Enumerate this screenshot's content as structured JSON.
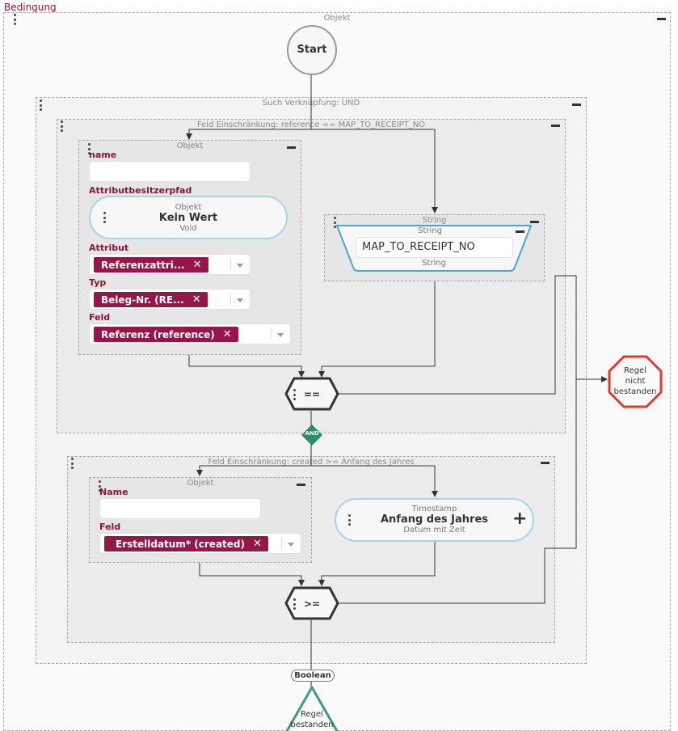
{
  "page": {
    "title": "Bedingung"
  },
  "root": {
    "title": "Objekt"
  },
  "start": {
    "label": "Start"
  },
  "search": {
    "title": "Such Verknüpfung: UND"
  },
  "restriction1": {
    "title": "Feld Einschränkung: reference == MAP_TO_RECEIPT_NO",
    "object": {
      "title": "Objekt",
      "name_label": "name",
      "name_value": "",
      "owner_path_label": "Attributbesitzerpfad",
      "owner": {
        "type": "Objekt",
        "value": "Kein Wert",
        "sub": "Void"
      },
      "attribute_label": "Attribut",
      "attribute_value": "Referenzattri...",
      "type_label": "Typ",
      "type_value": "Beleg-Nr. (RE...",
      "field_label": "Feld",
      "field_value": "Referenz (reference)"
    },
    "string_box": {
      "title": "String",
      "inner_title": "String",
      "value": "MAP_TO_RECEIPT_NO",
      "bottom_label": "String"
    },
    "operator": "=="
  },
  "and_badge": "AND",
  "restriction2": {
    "title": "Feld Einschränkung: created >= Anfang des Jahres",
    "object": {
      "title": "Objekt",
      "name_label": "Name",
      "name_value": "",
      "field_label": "Feld",
      "field_value": "Erstelldatum* (created)"
    },
    "timestamp": {
      "type": "Timestamp",
      "value": "Anfang des Jahres",
      "sub": "Datum mit Zeit"
    },
    "operator": ">="
  },
  "rule_failed": {
    "line1": "Regel",
    "line2": "nicht",
    "line3": "bestanden"
  },
  "output_type": "Boolean",
  "rule_passed": {
    "line1": "Regel",
    "line2": "bestanden"
  },
  "colors": {
    "accent": "#8a1538",
    "chip": "#951747",
    "failed": "#e03a2e",
    "passed": "#3d9a80",
    "pill_border": "#a6d4e8",
    "string_border": "#4fa3d1"
  }
}
